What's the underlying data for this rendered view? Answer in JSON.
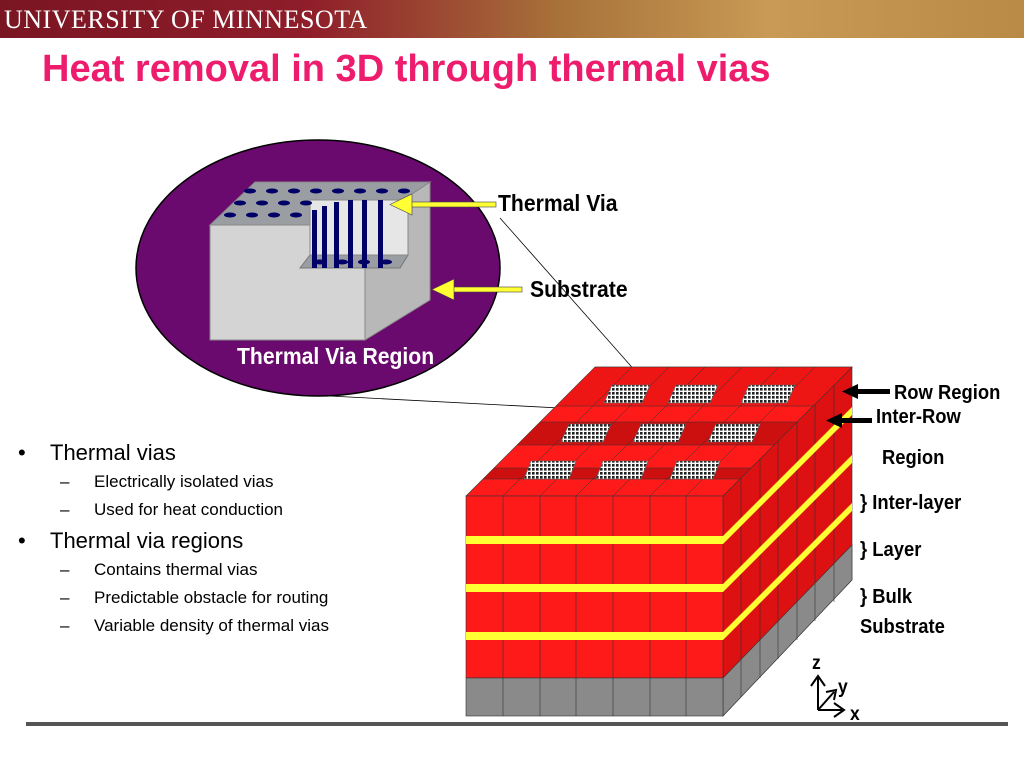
{
  "header": {
    "institution": "UNIVERSITY OF MINNESOTA"
  },
  "slide": {
    "title": "Heat removal in 3D through thermal vias"
  },
  "bullets": [
    {
      "text": "Thermal vias",
      "sub": [
        "Electrically isolated vias",
        "Used for heat conduction"
      ]
    },
    {
      "text": "Thermal via regions",
      "sub": [
        "Contains thermal vias",
        "Predictable obstacle for routing",
        "Variable density of thermal vias"
      ]
    }
  ],
  "diagram": {
    "inset_labels": {
      "thermal_via": "Thermal Via",
      "substrate": "Substrate",
      "region": "Thermal Via Region"
    },
    "stack_labels": {
      "row_region": "Row Region",
      "inter_row_1": "Inter-Row",
      "inter_row_2": "Region",
      "inter_layer": "} Inter-layer",
      "layer": "} Layer",
      "bulk_1": "} Bulk",
      "bulk_2": "Substrate"
    },
    "axes": {
      "z": "z",
      "y": "y",
      "x": "x"
    }
  },
  "colors": {
    "title": "#ee1c6c",
    "ellipse": "#6b0a6e",
    "red": "#ff1a1a",
    "yellow": "#ffff33",
    "via": "#000066"
  }
}
